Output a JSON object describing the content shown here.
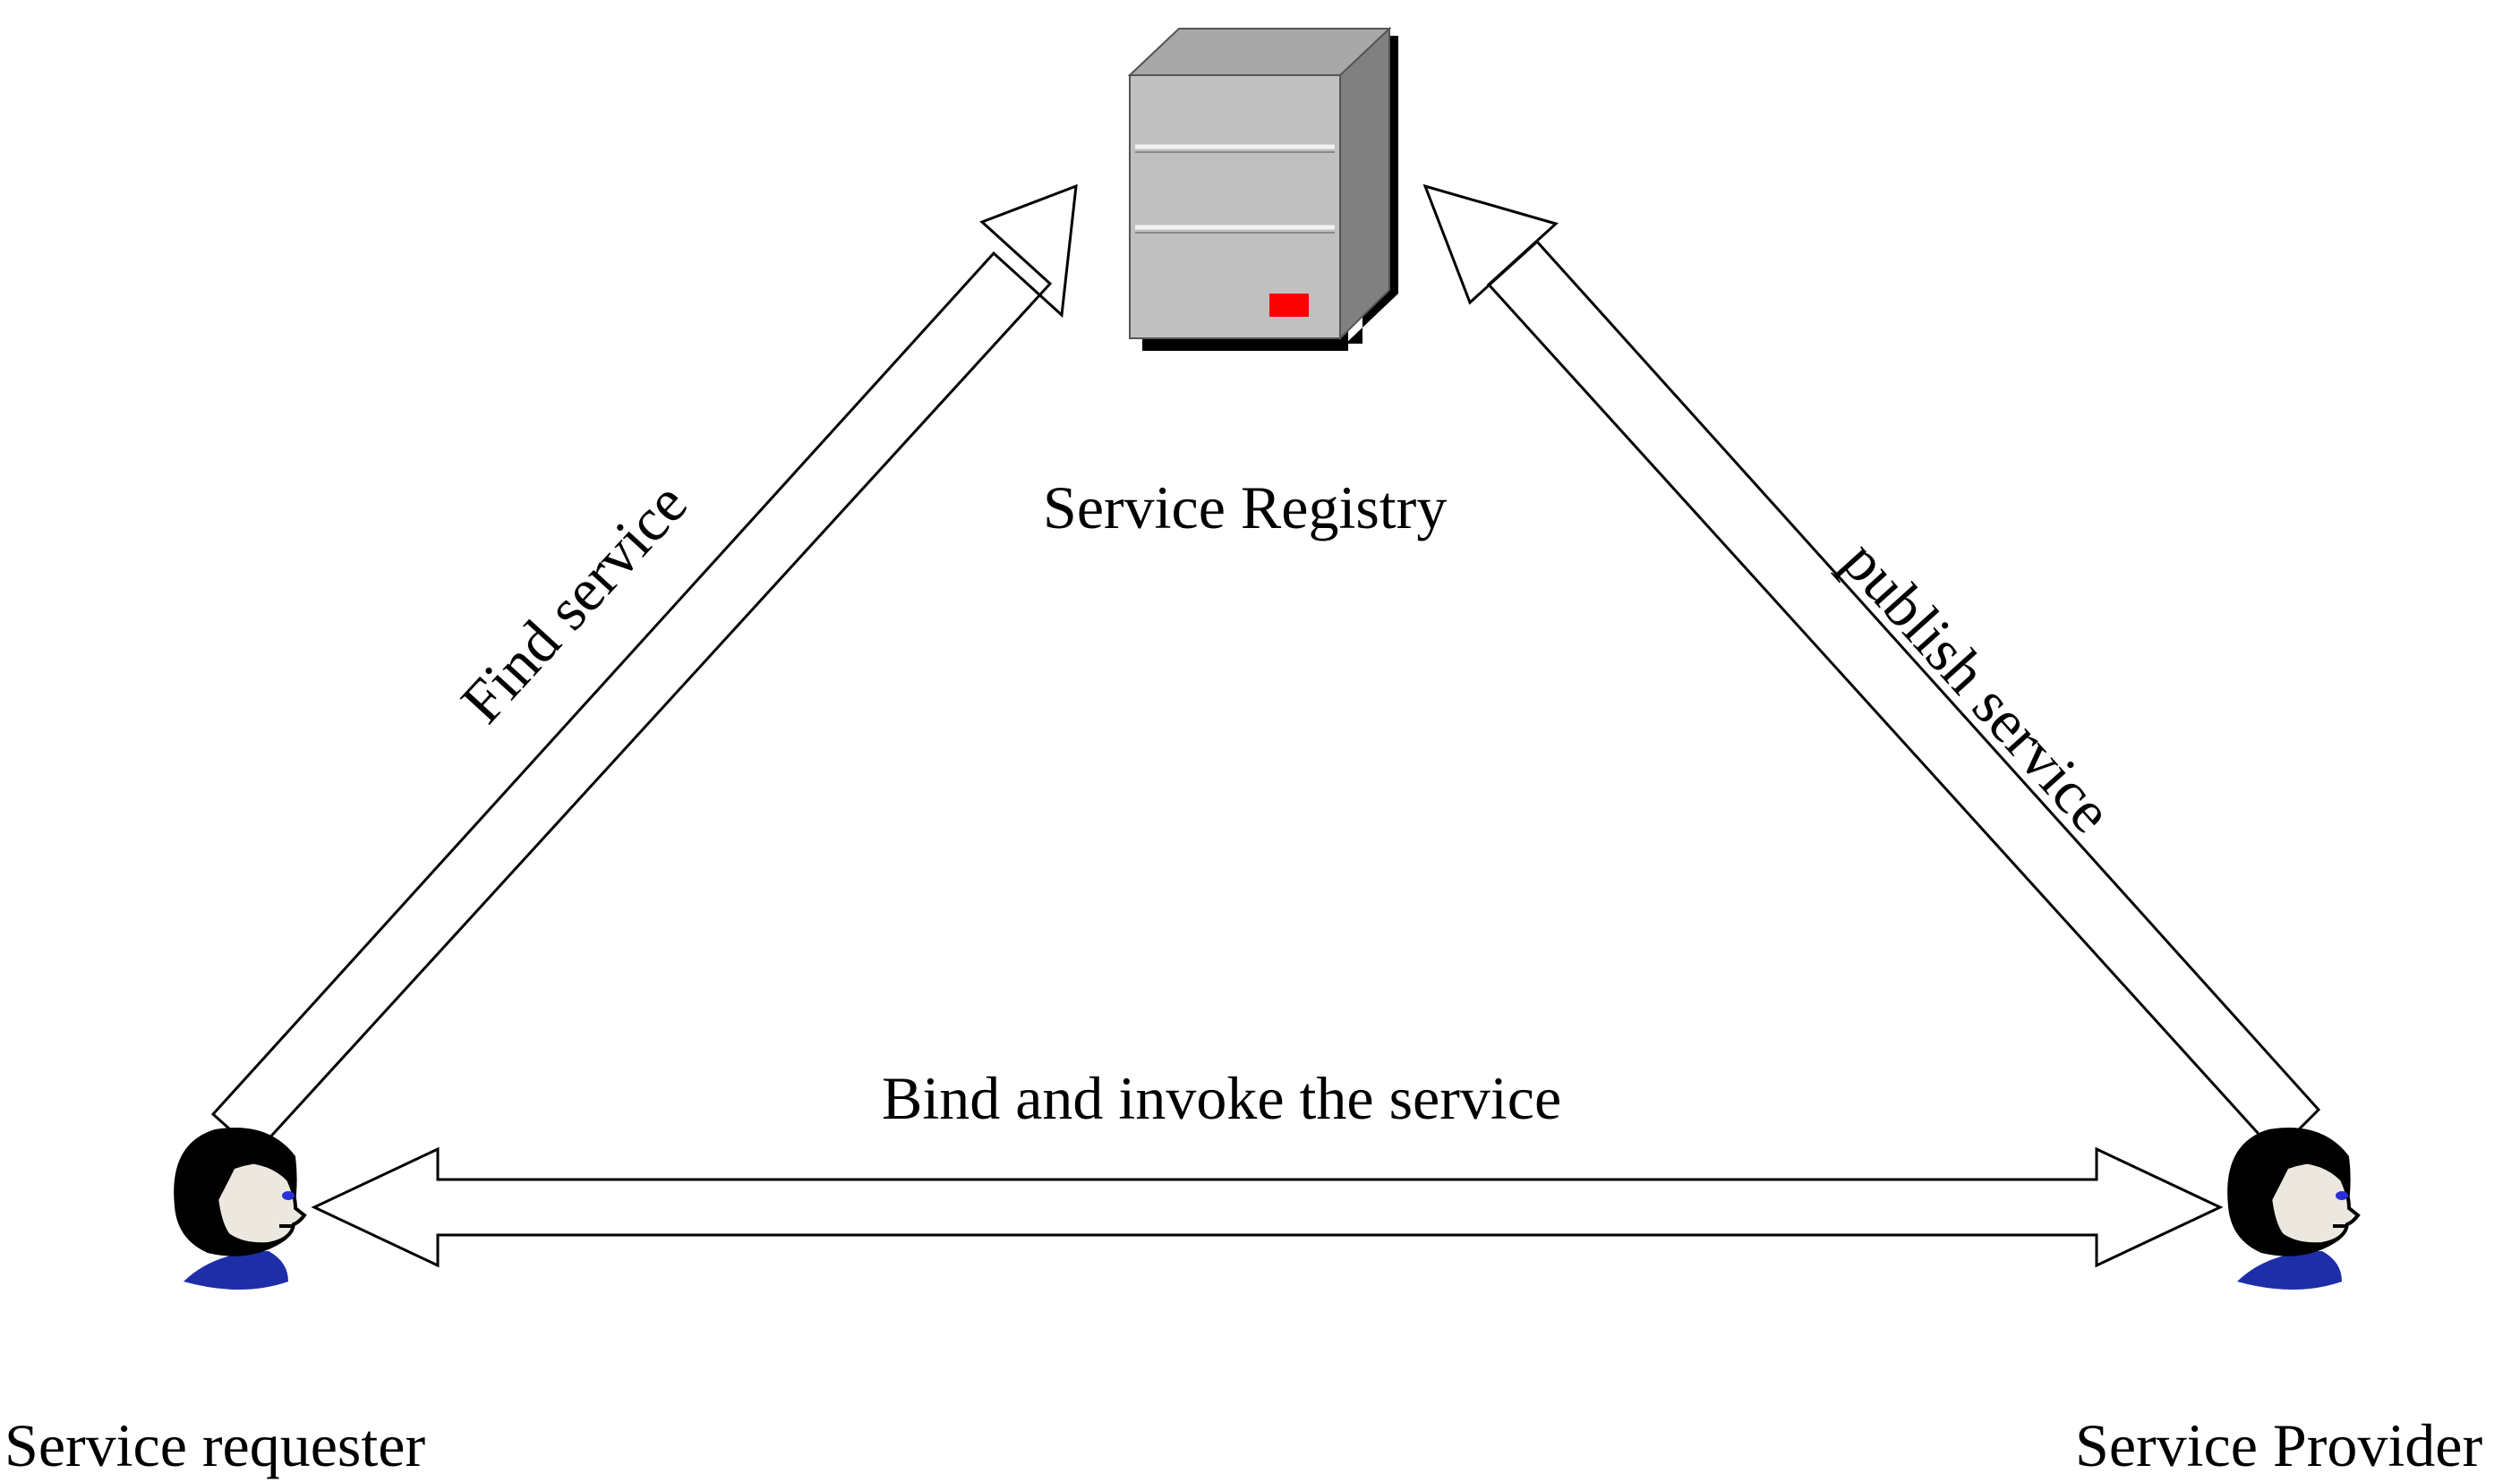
{
  "registry": {
    "label": "Service Registry"
  },
  "requester": {
    "label": "Service requester"
  },
  "provider": {
    "label": "Service Provider"
  },
  "edges": {
    "find": "Find service",
    "publish": "publish service",
    "bind": "Bind and invoke the service"
  },
  "colors": {
    "server_body": "#c0c0c0",
    "server_side": "#808080",
    "server_led": "#ff0000",
    "hair": "#000000",
    "face": "#ece8e0",
    "eye": "#2a30d8",
    "shirt": "#1e2ea8"
  },
  "icons": {
    "registry": "server-icon",
    "requester": "person-icon",
    "provider": "person-icon"
  }
}
